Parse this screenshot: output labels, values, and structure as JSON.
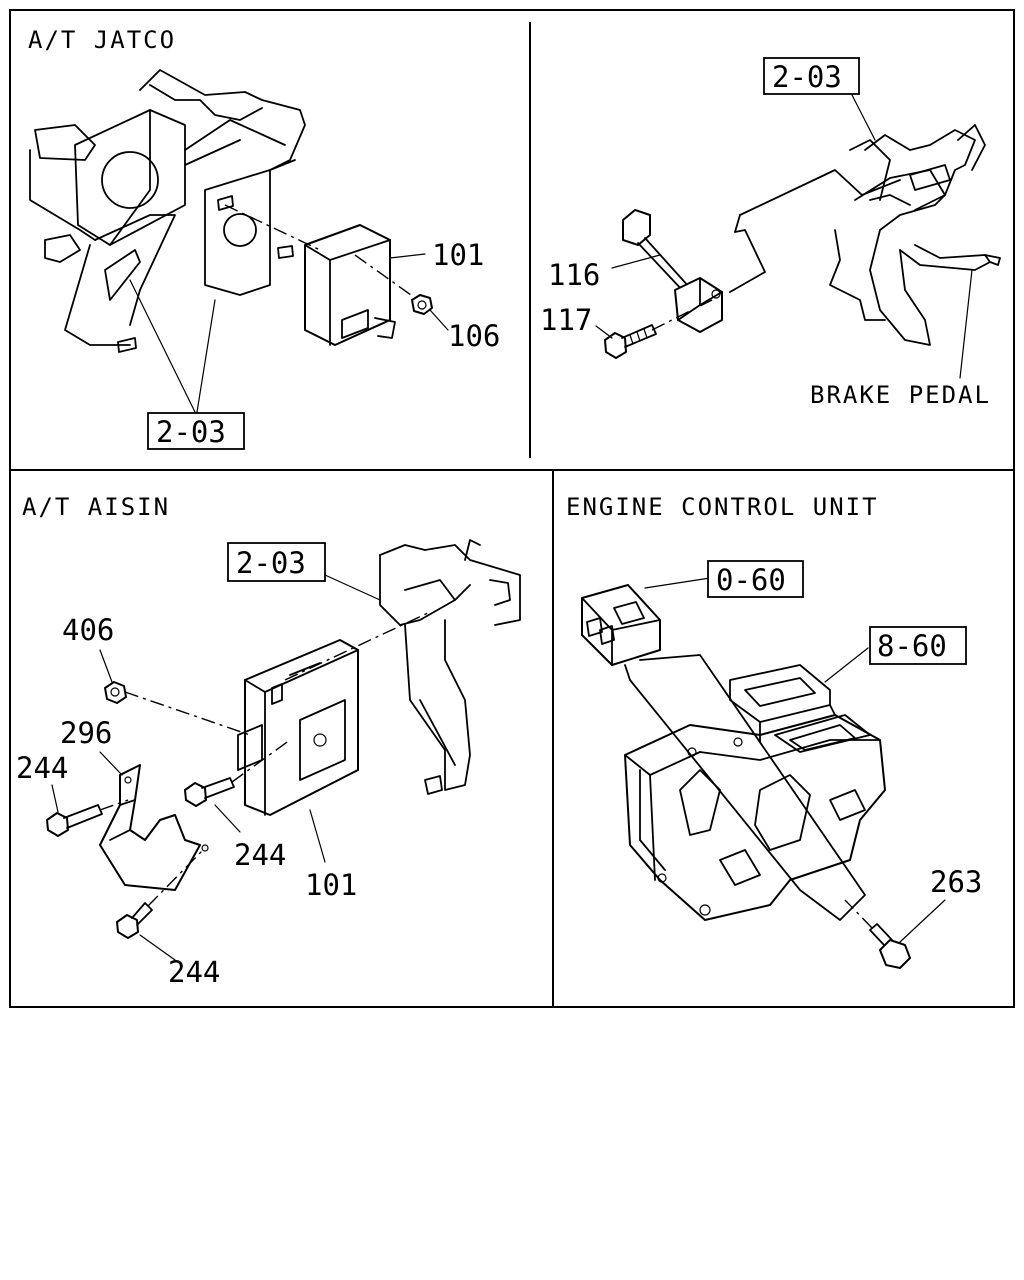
{
  "panels": {
    "jatco": {
      "title": "A/T JATCO",
      "callouts": {
        "controller": "101",
        "nut": "106",
        "ref": "2-03"
      }
    },
    "brake": {
      "title": "",
      "callouts": {
        "switch": "116",
        "bolt": "117",
        "ref": "2-03"
      },
      "brake_pedal": "BRAKE PEDAL"
    },
    "aisin": {
      "title": "A/T AISIN",
      "callouts": {
        "nut": "406",
        "bracket": "296",
        "bolt_left": "244",
        "bolt_middle": "244",
        "bolt_bottom": "244",
        "controller": "101",
        "ref": "2-03"
      }
    },
    "ecu": {
      "title": "ENGINE CONTROL UNIT",
      "callouts": {
        "connector_ref": "0-60",
        "heater_ref": "8-60",
        "bolt": "263"
      }
    }
  }
}
